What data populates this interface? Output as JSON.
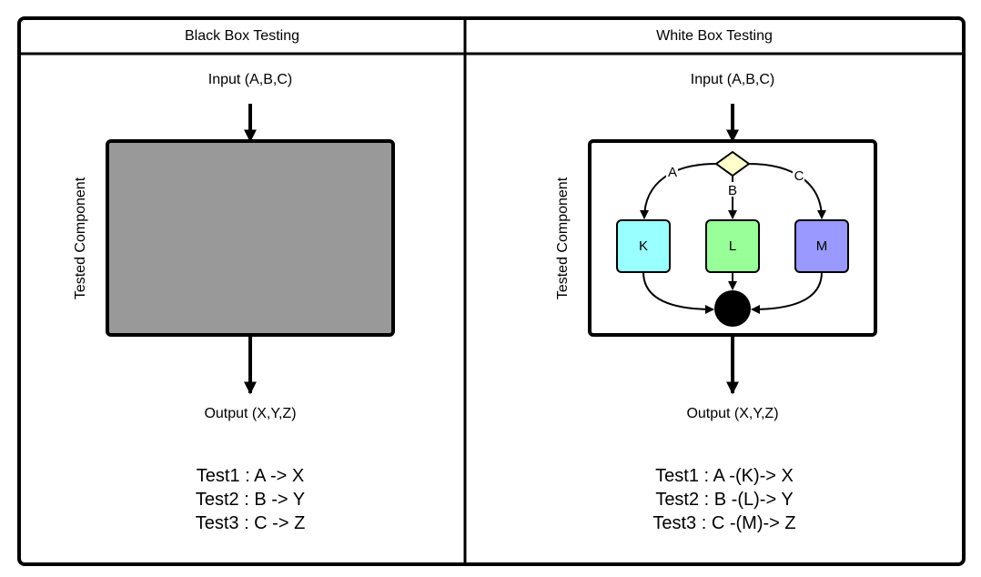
{
  "left_panel": {
    "title": "Black Box Testing",
    "input_label": "Input (A,B,C)",
    "output_label": "Output (X,Y,Z)",
    "side_label": "Tested Component",
    "tests": [
      "Test1 : A -> X",
      "Test2 : B -> Y",
      "Test3 : C -> Z"
    ],
    "box_color": "#999999"
  },
  "right_panel": {
    "title": "White Box Testing",
    "input_label": "Input (A,B,C)",
    "output_label": "Output (X,Y,Z)",
    "side_label": "Tested Component",
    "edges": [
      "A",
      "B",
      "C"
    ],
    "nodes": [
      {
        "label": "K",
        "color": "#99ffff"
      },
      {
        "label": "L",
        "color": "#99ff99"
      },
      {
        "label": "M",
        "color": "#9999ff"
      }
    ],
    "decision_color": "#ffffcc",
    "tests": [
      "Test1 : A -(K)-> X",
      "Test2 : B -(L)-> Y",
      "Test3 : C -(M)-> Z"
    ]
  }
}
